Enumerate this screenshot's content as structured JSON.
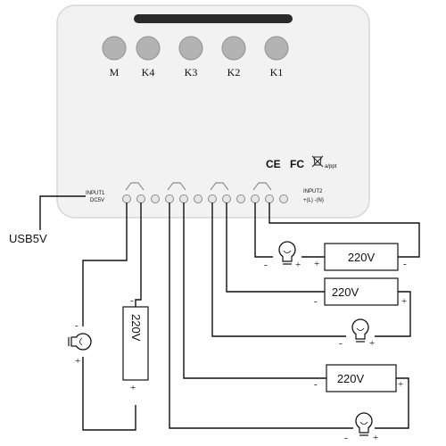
{
  "device": {
    "buttons": [
      {
        "label": "M"
      },
      {
        "label": "K4"
      },
      {
        "label": "K3"
      },
      {
        "label": "K2"
      },
      {
        "label": "K1"
      }
    ],
    "marks": {
      "ce": "CE",
      "fc": "FC",
      "weee": "a/ppt"
    },
    "input1": {
      "line1": "INPUT1",
      "line2": "DC5V"
    },
    "input2": {
      "line1": "INPUT2",
      "line2": "+(L) -(N)"
    }
  },
  "usb_label": "USB5V",
  "supply_label": "220V",
  "plus": "+",
  "minus": "-"
}
